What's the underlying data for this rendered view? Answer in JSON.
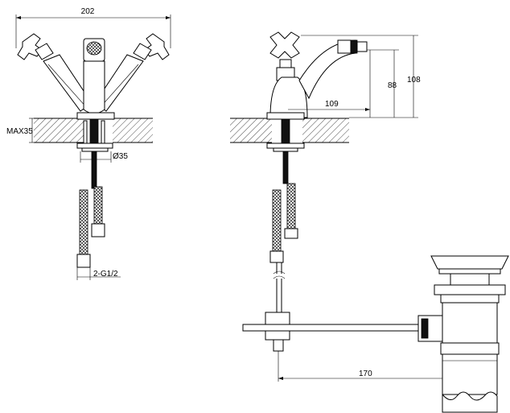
{
  "dimensions": {
    "overall_width": "202",
    "max_thickness": "MAX35",
    "hole_diameter": "Ø35",
    "connection": "2-G1/2",
    "reach": "109",
    "spout_height": "88",
    "total_height": "108",
    "rod_length": "170"
  }
}
